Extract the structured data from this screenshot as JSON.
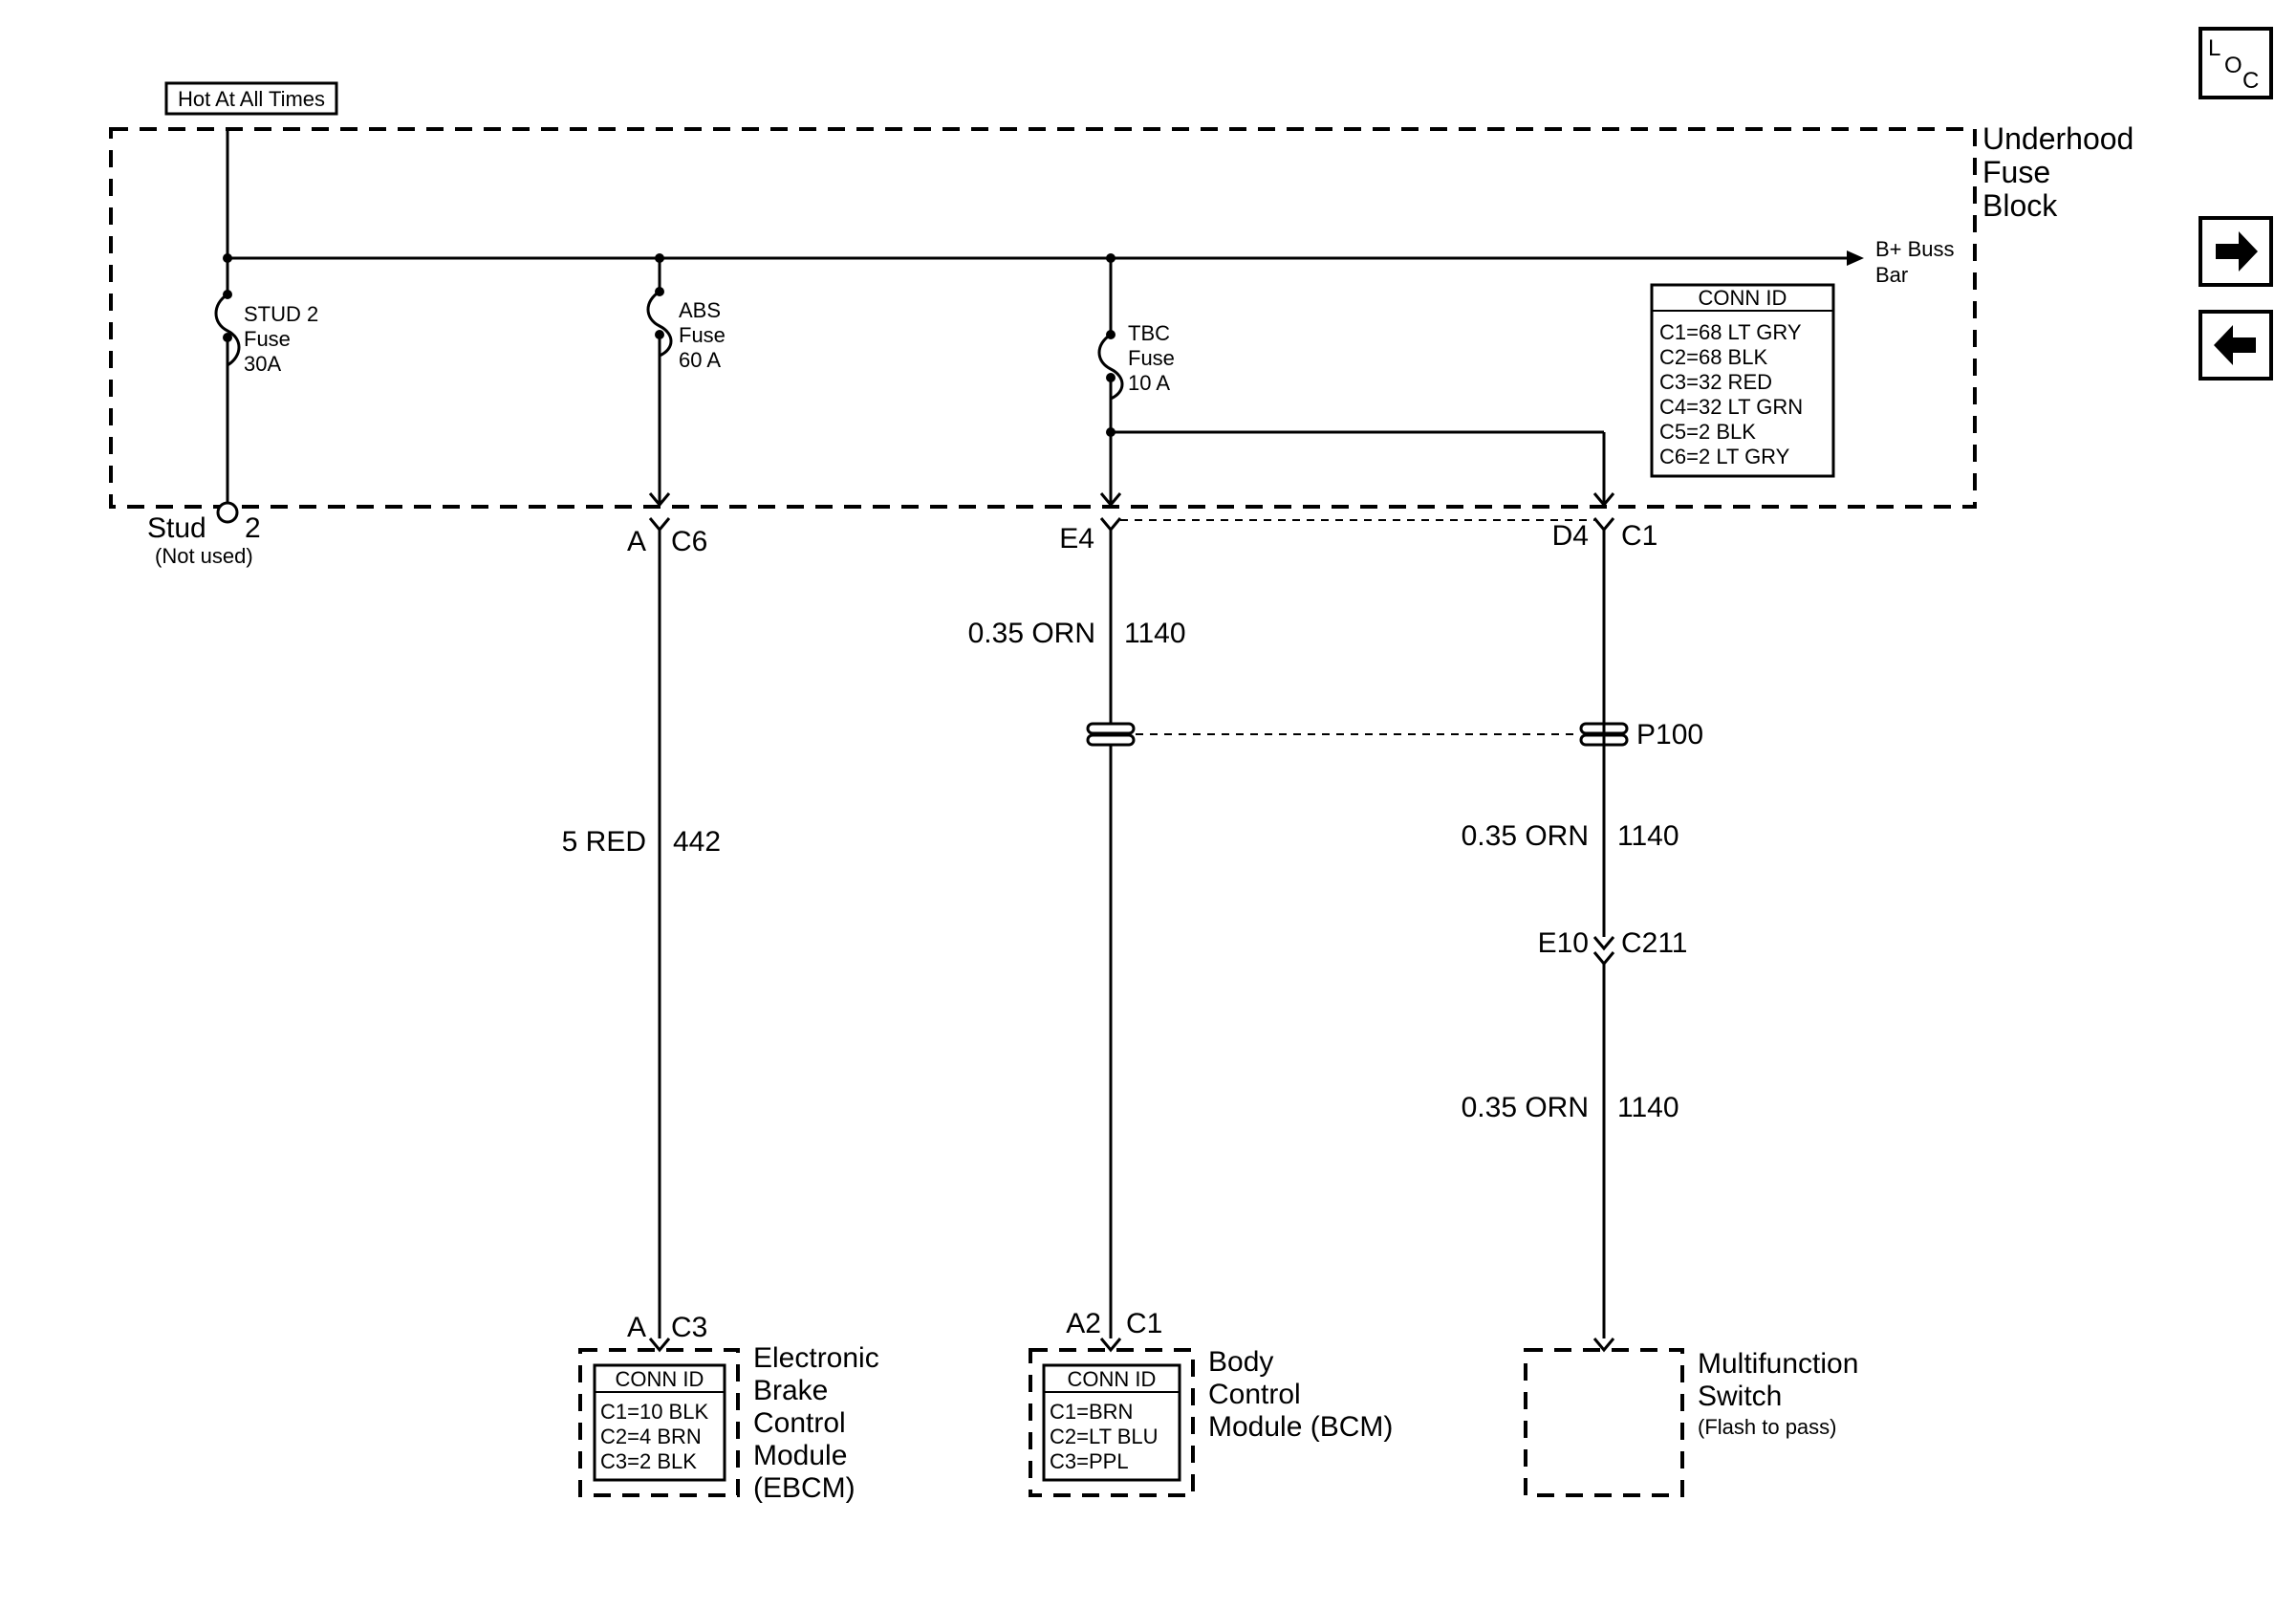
{
  "top": {
    "hot_label": "Hot At All Times"
  },
  "fuse_block": {
    "line1": "Underhood",
    "line2": "Fuse",
    "line3": "Block"
  },
  "bus": {
    "line1": "B+ Buss",
    "line2": "Bar"
  },
  "fuses": {
    "stud2": {
      "l1": "STUD 2",
      "l2": "Fuse",
      "l3": "30A"
    },
    "abs": {
      "l1": "ABS",
      "l2": "Fuse",
      "l3": "60 A"
    },
    "tbc": {
      "l1": "TBC",
      "l2": "Fuse",
      "l3": "10 A"
    }
  },
  "fuse_conn": {
    "title": "CONN ID",
    "rows": [
      "C1=68 LT GRY",
      "C2=68 BLK",
      "C3=32 RED",
      "C4=32 LT GRN",
      "C5=2 BLK",
      "C6=2 LT GRY"
    ]
  },
  "stud": {
    "label": "Stud",
    "number": "2",
    "note": "(Not used)"
  },
  "connectors": {
    "abs_pin": "A",
    "abs_conn": "C6",
    "tbc_pin": "E4",
    "mf_pin": "D4",
    "mf_conn": "C1",
    "splice": "P100",
    "c211_pin": "E10",
    "c211_conn": "C211",
    "ebcm_pin": "A",
    "ebcm_conn": "C3",
    "bcm_pin": "A2",
    "bcm_conn": "C1"
  },
  "wires": {
    "w442": {
      "size": "5 RED",
      "circuit": "442"
    },
    "w1140_a": {
      "size": "0.35 ORN",
      "circuit": "1140"
    },
    "w1140_b": {
      "size": "0.35 ORN",
      "circuit": "1140"
    },
    "w1140_c": {
      "size": "0.35 ORN",
      "circuit": "1140"
    }
  },
  "ebcm": {
    "l1": "Electronic",
    "l2": "Brake",
    "l3": "Control",
    "l4": "Module",
    "l5": "(EBCM)",
    "conn_title": "CONN ID",
    "conn_rows": [
      "C1=10 BLK",
      "C2=4 BRN",
      "C3=2 BLK"
    ]
  },
  "bcm": {
    "l1": "Body",
    "l2": "Control",
    "l3": "Module (BCM)",
    "conn_title": "CONN ID",
    "conn_rows": [
      "C1=BRN",
      "C2=LT BLU",
      "C3=PPL"
    ]
  },
  "mfswitch": {
    "l1": "Multifunction",
    "l2": "Switch",
    "l3": "(Flash to pass)"
  },
  "nav": {
    "loc_l": "L",
    "loc_o": "O",
    "loc_c": "C",
    "icons": [
      "loc-icon",
      "arrow-right-icon",
      "arrow-left-icon"
    ]
  }
}
